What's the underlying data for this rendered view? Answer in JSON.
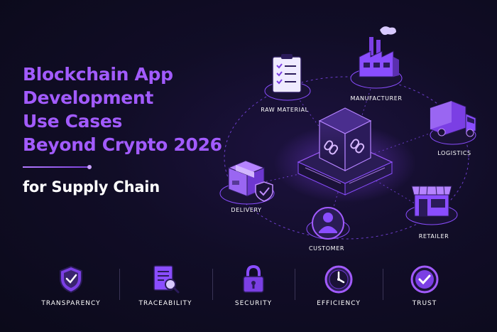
{
  "heading": {
    "lines": [
      "Blockchain App",
      "Development",
      "Use Cases",
      "Beyond Crypto 2026"
    ],
    "subtitle": "for Supply Chain"
  },
  "nodes": {
    "raw_material": "RAW MATERIAL",
    "manufacturer": "MANUFACTURER",
    "logistics": "LOGISTICS",
    "retailer": "RETAILER",
    "customer": "CUSTOMER",
    "delivery": "DELIVERY"
  },
  "features": [
    {
      "label": "TRANSPARENCY",
      "icon": "shield-check-icon"
    },
    {
      "label": "TRACEABILITY",
      "icon": "document-search-icon"
    },
    {
      "label": "SECURITY",
      "icon": "padlock-icon"
    },
    {
      "label": "EFFICIENCY",
      "icon": "clock-icon"
    },
    {
      "label": "TRUST",
      "icon": "check-circle-icon"
    }
  ],
  "colors": {
    "accent": "#a25bff",
    "node_fill": "#7b3fe4",
    "background": "#0d0b1f",
    "text": "#ffffff"
  }
}
